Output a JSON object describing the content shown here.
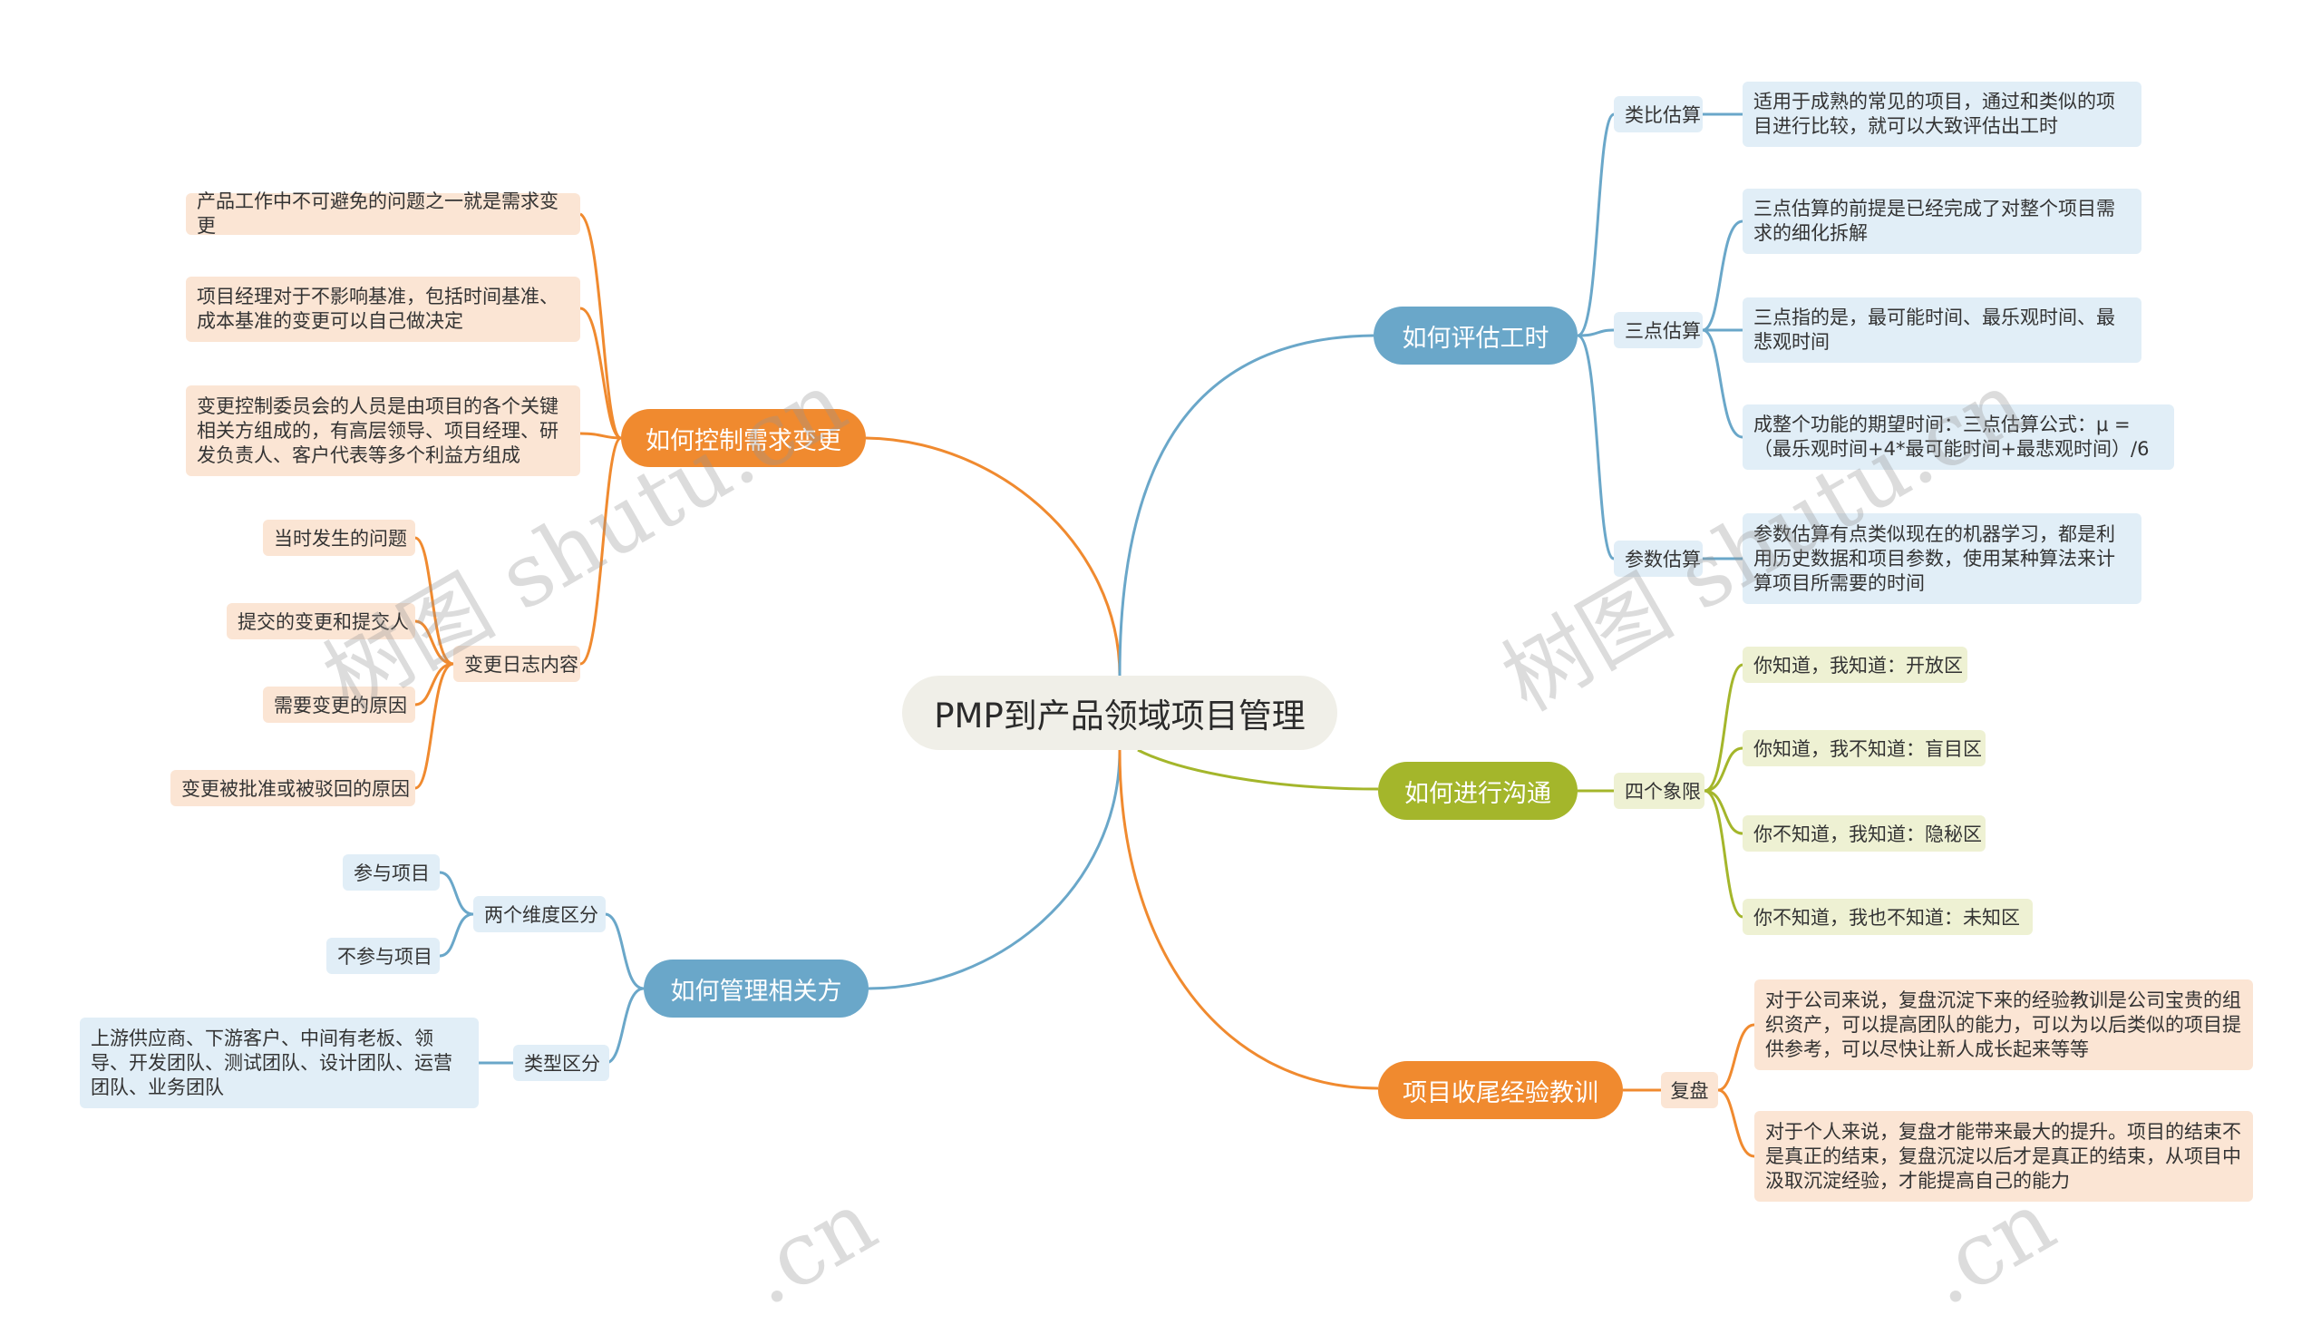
{
  "root": "PMP到产品领域项目管理",
  "left": {
    "change": {
      "title": "如何控制需求变更",
      "items": [
        "产品工作中不可避免的问题之一就是需求变更",
        "项目经理对于不影响基准，包括时间基准、成本基准的变更可以自己做决定",
        "变更控制委员会的人员是由项目的各个关键相关方组成的，有高层领导、项目经理、研发负责人、客户代表等多个利益方组成"
      ],
      "log": {
        "label": "变更日志内容",
        "items": [
          "当时发生的问题",
          "提交的变更和提交人",
          "需要变更的原因",
          "变更被批准或被驳回的原因"
        ]
      }
    },
    "stakeholder": {
      "title": "如何管理相关方",
      "dims": {
        "label": "两个维度区分",
        "items": [
          "参与项目",
          "不参与项目"
        ]
      },
      "types": {
        "label": "类型区分",
        "item": "上游供应商、下游客户、中间有老板、领导、开发团队、测试团队、设计团队、运营团队、业务团队"
      }
    }
  },
  "right": {
    "estimate": {
      "title": "如何评估工时",
      "analog": {
        "label": "类比估算",
        "item": "适用于成熟的常见的项目，通过和类似的项目进行比较，就可以大致评估出工时"
      },
      "three": {
        "label": "三点估算",
        "items": [
          "三点估算的前提是已经完成了对整个项目需求的细化拆解",
          "三点指的是，最可能时间、最乐观时间、最悲观时间",
          "成整个功能的期望时间：三点估算公式：μ =（最乐观时间+4*最可能时间+最悲观时间）/6"
        ]
      },
      "param": {
        "label": "参数估算",
        "item": "参数估算有点类似现在的机器学习，都是利用历史数据和项目参数，使用某种算法来计算项目所需要的时间"
      }
    },
    "comm": {
      "title": "如何进行沟通",
      "quad": {
        "label": "四个象限",
        "items": [
          "你知道，我知道：开放区",
          "你知道，我不知道：盲目区",
          "你不知道，我知道：隐秘区",
          "你不知道，我也不知道：未知区"
        ]
      }
    },
    "lesson": {
      "title": "项目收尾经验教训",
      "review": {
        "label": "复盘",
        "items": [
          "对于公司来说，复盘沉淀下来的经验教训是公司宝贵的组织资产，可以提高团队的能力，可以为以后类似的项目提供参考，可以尽快让新人成长起来等等",
          "对于个人来说，复盘才能带来最大的提升。项目的结束不是真正的结束，复盘沉淀以后才是真正的结束，从项目中汲取沉淀经验，才能提高自己的能力"
        ]
      }
    }
  },
  "watermark": {
    "text1": "树图 shutu.cn",
    "text2": "shutu.cn",
    "text3": ".cn"
  },
  "colors": {
    "orange": "#f08a2f",
    "blue": "#6aa7c9",
    "olive": "#a4b62b",
    "root_bg": "#f0efe8"
  }
}
